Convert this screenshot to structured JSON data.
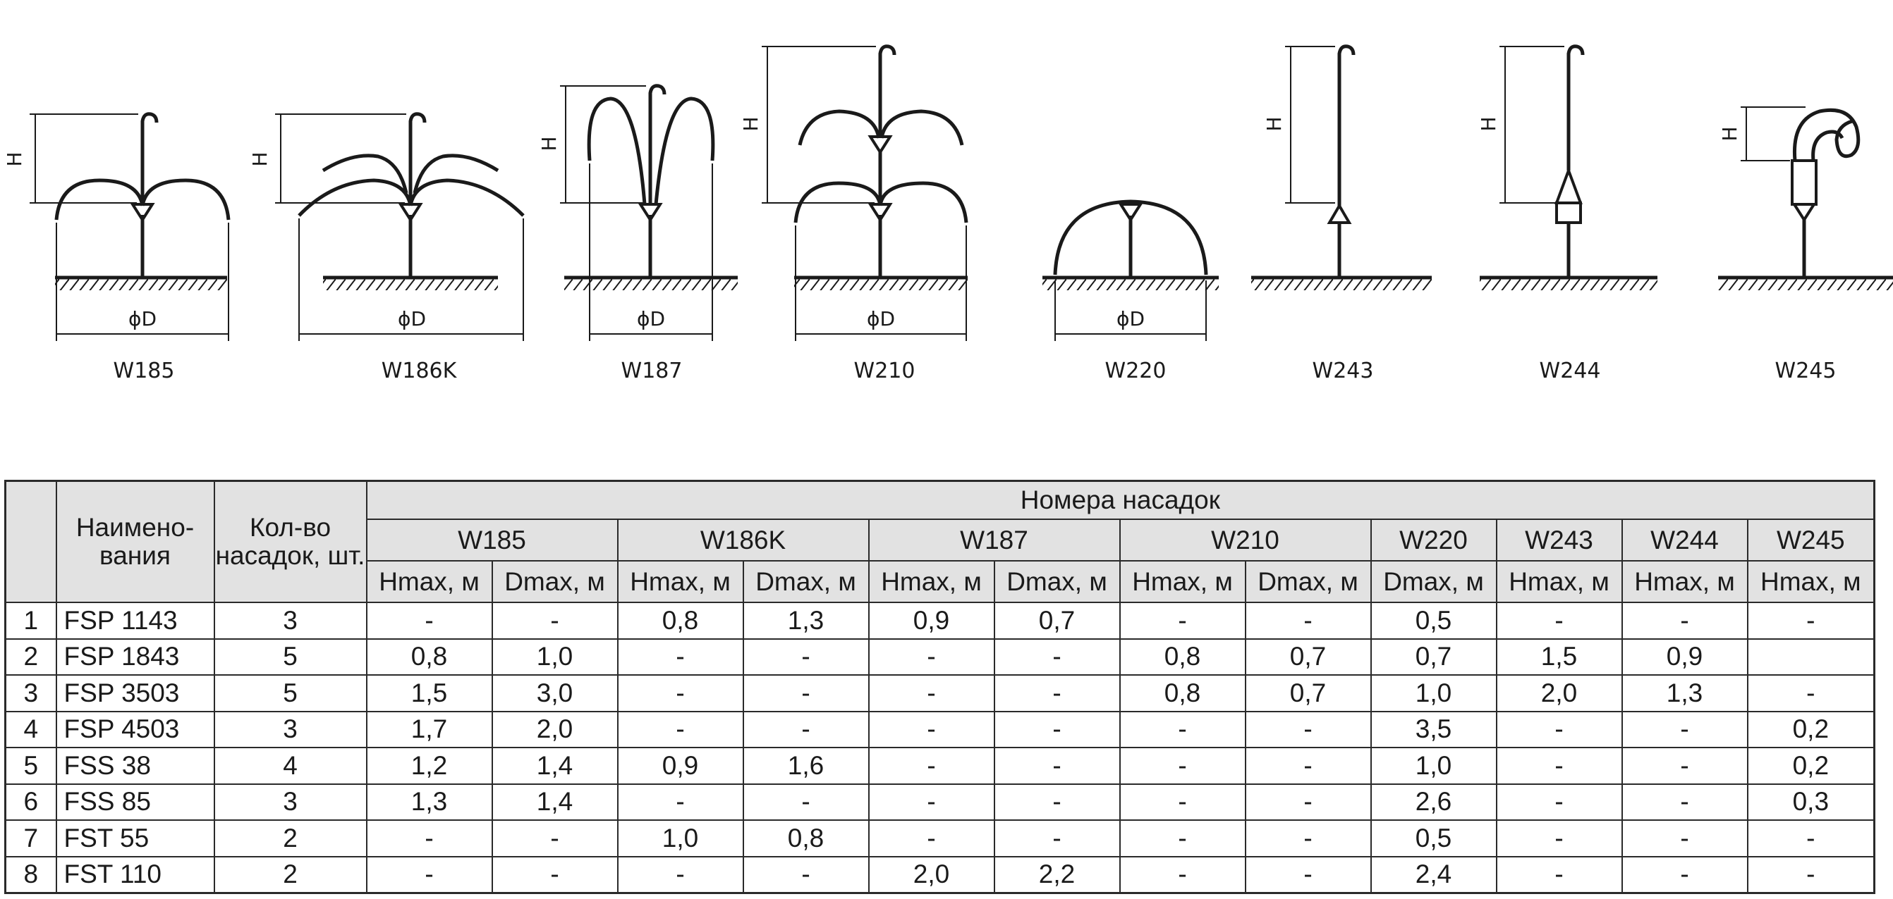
{
  "figure": {
    "models": [
      "W185",
      "W186K",
      "W187",
      "W210",
      "W220",
      "W243",
      "W244",
      "W245"
    ],
    "height_symbol": "H",
    "diameter_symbol": "ϕD"
  },
  "table": {
    "header": {
      "name_col": "Наимено-вания",
      "count_col": "Кол-во насадок, шт.",
      "group_title": "Номера насадок",
      "nozzles": [
        "W185",
        "W186K",
        "W187",
        "W210",
        "W220",
        "W243",
        "W244",
        "W245"
      ],
      "sub": [
        "Hmax, м",
        "Dmax, м",
        "Hmax, м",
        "Dmax, м",
        "Hmax, м",
        "Dmax, м",
        "Hmax, м",
        "Dmax, м",
        "Dmax, м",
        "Hmax, м",
        "Hmax, м",
        "Hmax, м"
      ]
    },
    "rows": [
      {
        "num": "1",
        "name": "FSP 1143",
        "count": "3",
        "values": [
          "-",
          "-",
          "0,8",
          "1,3",
          "0,9",
          "0,7",
          "-",
          "-",
          "0,5",
          "-",
          "-",
          "-"
        ]
      },
      {
        "num": "2",
        "name": "FSP 1843",
        "count": "5",
        "values": [
          "0,8",
          "1,0",
          "-",
          "-",
          "-",
          "-",
          "0,8",
          "0,7",
          "0,7",
          "1,5",
          "0,9",
          ""
        ]
      },
      {
        "num": "3",
        "name": "FSP 3503",
        "count": "5",
        "values": [
          "1,5",
          "3,0",
          "-",
          "-",
          "-",
          "-",
          "0,8",
          "0,7",
          "1,0",
          "2,0",
          "1,3",
          "-"
        ]
      },
      {
        "num": "4",
        "name": "FSP 4503",
        "count": "3",
        "values": [
          "1,7",
          "2,0",
          "-",
          "-",
          "-",
          "-",
          "-",
          "-",
          "3,5",
          "-",
          "-",
          "0,2"
        ]
      },
      {
        "num": "5",
        "name": "FSS 38",
        "count": "4",
        "values": [
          "1,2",
          "1,4",
          "0,9",
          "1,6",
          "-",
          "-",
          "-",
          "-",
          "1,0",
          "-",
          "-",
          "0,2"
        ]
      },
      {
        "num": "6",
        "name": "FSS 85",
        "count": "3",
        "values": [
          "1,3",
          "1,4",
          "-",
          "-",
          "-",
          "-",
          "-",
          "-",
          "2,6",
          "-",
          "-",
          "0,3"
        ]
      },
      {
        "num": "7",
        "name": "FST 55",
        "count": "2",
        "values": [
          "-",
          "-",
          "1,0",
          "0,8",
          "-",
          "-",
          "-",
          "-",
          "0,5",
          "-",
          "-",
          "-"
        ]
      },
      {
        "num": "8",
        "name": "FST 110",
        "count": "2",
        "values": [
          "-",
          "-",
          "-",
          "-",
          "2,0",
          "2,2",
          "-",
          "-",
          "2,4",
          "-",
          "-",
          "-"
        ]
      }
    ]
  }
}
